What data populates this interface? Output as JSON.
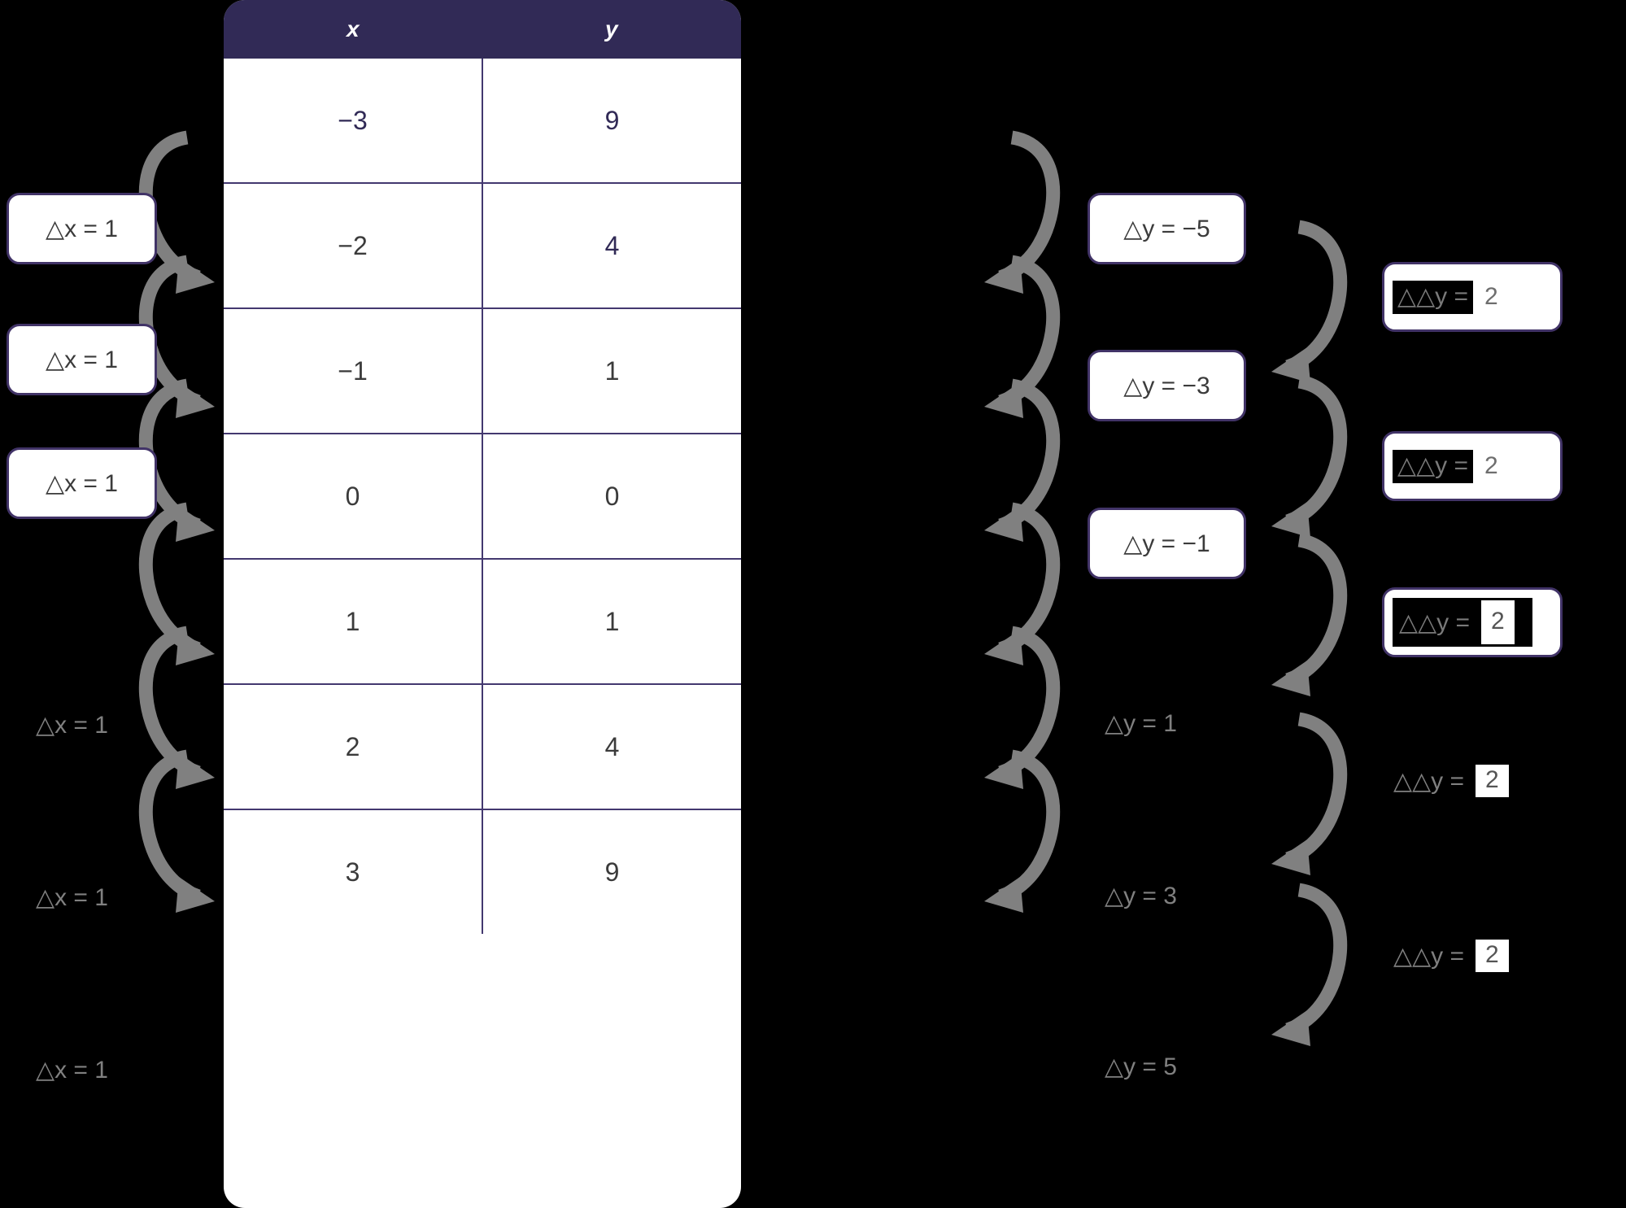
{
  "colors": {
    "background": "#000000",
    "table_header_bg": "#312a56",
    "table_border": "#43386f",
    "chip_border": "#413367",
    "chip_bg": "#ffffff",
    "arrow": "#808080",
    "text_dark": "#3b3b3b",
    "text_purple": "#312a56",
    "text_gray": "#808080",
    "highlight_bg": "#000000"
  },
  "table": {
    "headers": [
      "x",
      "y"
    ],
    "rows": [
      {
        "x": "−3",
        "y": "9"
      },
      {
        "x": "−2",
        "y": "4"
      },
      {
        "x": "−1",
        "y": "1"
      },
      {
        "x": "0",
        "y": "0"
      },
      {
        "x": "1",
        "y": "1"
      },
      {
        "x": "2",
        "y": "4"
      },
      {
        "x": "3",
        "y": "9"
      }
    ]
  },
  "delta_x_labels": [
    {
      "text": "△x = 1",
      "boxed": true
    },
    {
      "text": "△x = 1",
      "boxed": true
    },
    {
      "text": "△x = 1",
      "boxed": true
    },
    {
      "text": "△x = 1",
      "boxed": false
    },
    {
      "text": "△x = 1",
      "boxed": false
    },
    {
      "text": "△x = 1",
      "boxed": false
    }
  ],
  "delta_y_labels": [
    {
      "text": "△y = −5",
      "boxed": true
    },
    {
      "text": "△y = −3",
      "boxed": true
    },
    {
      "text": "△y = −1",
      "boxed": true
    },
    {
      "text": "△y = 1",
      "boxed": false
    },
    {
      "text": "△y = 3",
      "boxed": false
    },
    {
      "text": "△y = 5",
      "boxed": false
    }
  ],
  "delta_delta_y_labels": [
    {
      "prefix": "△△y =",
      "value": "2",
      "boxed": true,
      "prefix_highlighted": true,
      "value_highlighted": false,
      "caret": true,
      "inverted": false
    },
    {
      "prefix": "△△y =",
      "value": "2",
      "boxed": true,
      "prefix_highlighted": true,
      "value_highlighted": false,
      "caret": true,
      "inverted": false
    },
    {
      "prefix": "△△y =",
      "value": "2",
      "boxed": true,
      "prefix_highlighted": true,
      "value_highlighted": true,
      "caret": false,
      "inverted": true
    },
    {
      "prefix": "△△y =",
      "value": "2",
      "boxed": false,
      "prefix_highlighted": false,
      "value_highlighted": true,
      "caret": false,
      "inverted": false
    },
    {
      "prefix": "△△y =",
      "value": "2",
      "boxed": false,
      "prefix_highlighted": false,
      "value_highlighted": true,
      "caret": false,
      "inverted": false
    }
  ],
  "arrows": {
    "left_column_count": 6,
    "middle_column_count": 6,
    "right_column_count": 5,
    "direction_left": "curve-right-down",
    "direction_right": "curve-left-down"
  }
}
